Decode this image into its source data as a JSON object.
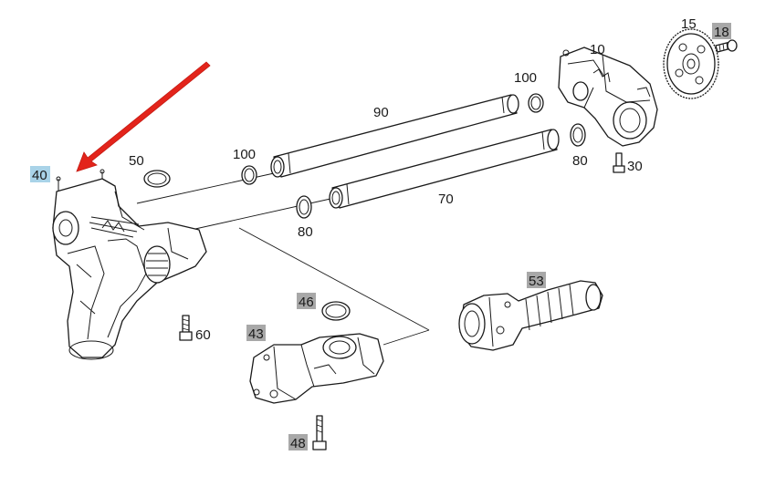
{
  "callouts": {
    "c40": "40",
    "c50": "50",
    "c100a": "100",
    "c90": "90",
    "c100b": "100",
    "c10": "10",
    "c15": "15",
    "c18": "18",
    "c80a": "80",
    "c30": "30",
    "c70": "70",
    "c80b": "80",
    "c60": "60",
    "c46": "46",
    "c43": "43",
    "c53": "53",
    "c48": "48"
  },
  "colors": {
    "arrow": "#e3241b",
    "highlight_selected": "#a9d3e8",
    "highlight_other": "#a8a8a8"
  }
}
